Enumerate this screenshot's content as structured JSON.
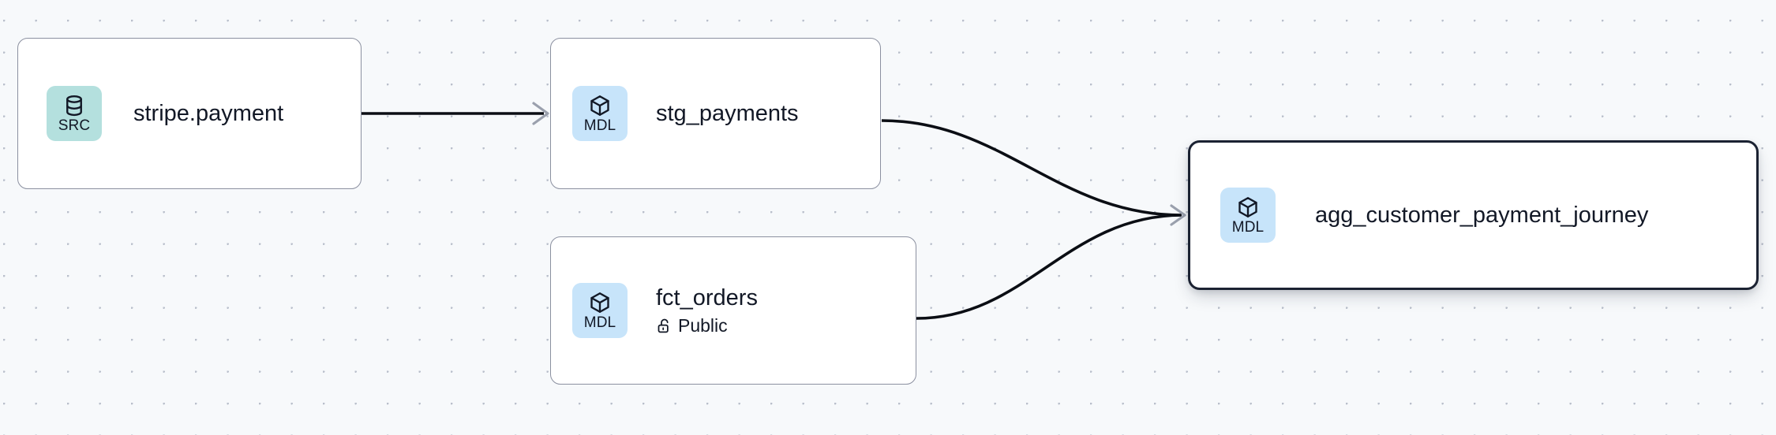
{
  "graph": {
    "background_color": "#f7f9fb",
    "grid": "dotted",
    "nodes": [
      {
        "id": "stripe-payment",
        "name": "stripe.payment",
        "badge_label": "SRC",
        "badge_kind": "source",
        "badge_icon": "database-icon",
        "badge_color": "#b4e0de",
        "selected": false,
        "subtitle": null
      },
      {
        "id": "stg-payments",
        "name": "stg_payments",
        "badge_label": "MDL",
        "badge_kind": "model",
        "badge_icon": "cube-icon",
        "badge_color": "#c7e4fa",
        "selected": false,
        "subtitle": null
      },
      {
        "id": "fct-orders",
        "name": "fct_orders",
        "badge_label": "MDL",
        "badge_kind": "model",
        "badge_icon": "cube-icon",
        "badge_color": "#c7e4fa",
        "selected": false,
        "subtitle": "Public",
        "subtitle_icon": "unlock-icon"
      },
      {
        "id": "agg-customer-payment-journey",
        "name": "agg_customer_payment_journey",
        "badge_label": "MDL",
        "badge_kind": "model",
        "badge_icon": "cube-icon",
        "badge_color": "#c7e4fa",
        "selected": true,
        "selected_border_color": "#1b2232",
        "subtitle": null
      }
    ],
    "edges": [
      {
        "from": "stripe-payment",
        "to": "stg_payments",
        "style": "straight",
        "color": "#0b0e14"
      },
      {
        "from": "stg-payments",
        "to": "agg-customer-payment-journey",
        "style": "bezier",
        "color": "#0b0e14"
      },
      {
        "from": "fct-orders",
        "to": "agg-customer-payment-journey",
        "style": "bezier",
        "color": "#0b0e14"
      }
    ]
  }
}
